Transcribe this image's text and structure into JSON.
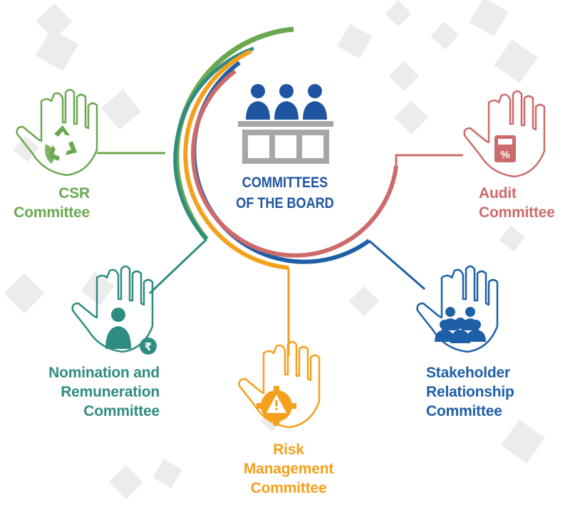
{
  "center": {
    "title_lines": [
      "COMMITTEES",
      "OF THE BOARD"
    ]
  },
  "colors": {
    "green": "#6aa84f",
    "orange": "#f5a01a",
    "blue": "#1f5fa8",
    "teal": "#2f8c82",
    "red": "#cc6b6b",
    "navy": "#1f55a0",
    "gray": "#a7a7a7",
    "diamond": "#ececec"
  },
  "committees": [
    {
      "id": "csr",
      "lines": [
        "CSR",
        "Committee"
      ],
      "icon": "recycle-icon",
      "color": "#6aa84f"
    },
    {
      "id": "audit",
      "lines": [
        "Audit",
        "Committee"
      ],
      "icon": "calculator-icon",
      "color": "#cc6b6b"
    },
    {
      "id": "nomination",
      "lines": [
        "Nomination and",
        "Remuneration",
        "Committee"
      ],
      "icon": "employee-rupee-icon",
      "color": "#2f8c82"
    },
    {
      "id": "risk",
      "lines": [
        "Risk",
        "Management",
        "Committee"
      ],
      "icon": "gear-warning-icon",
      "color": "#f5a01a"
    },
    {
      "id": "stakeholder",
      "lines": [
        "Stakeholder",
        "Relationship",
        "Committee"
      ],
      "icon": "people-group-icon",
      "color": "#1f5fa8"
    }
  ]
}
